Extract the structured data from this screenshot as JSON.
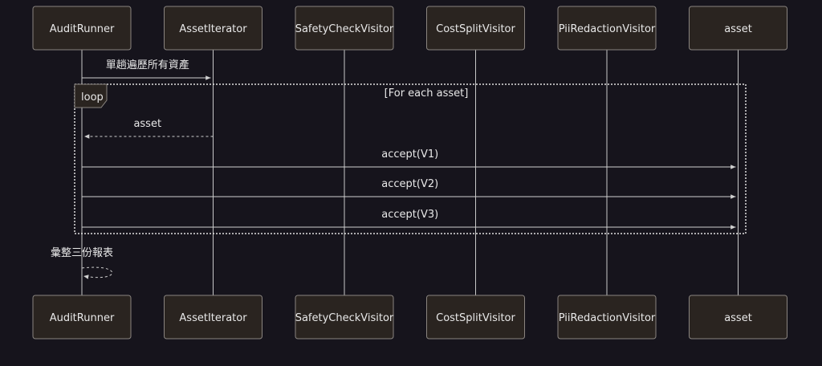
{
  "diagram": {
    "type": "sequence",
    "participants": [
      "AuditRunner",
      "AssetIterator",
      "SafetyCheckVisitor",
      "CostSplitVisitor",
      "PiiRedactionVisitor",
      "asset"
    ],
    "messages": [
      {
        "from": 0,
        "to": 1,
        "label": "單趟遍歷所有資產",
        "style": "solid"
      },
      {
        "from": 1,
        "to": 0,
        "label": "asset",
        "style": "dashed"
      },
      {
        "from": 0,
        "to": 5,
        "label": "accept(V1)",
        "style": "solid"
      },
      {
        "from": 0,
        "to": 5,
        "label": "accept(V2)",
        "style": "solid"
      },
      {
        "from": 0,
        "to": 5,
        "label": "accept(V3)",
        "style": "solid"
      },
      {
        "from": 0,
        "to": 0,
        "label": "彙整三份報表",
        "style": "dashed"
      }
    ],
    "loop": {
      "tag": "loop",
      "condition": "[For each asset]",
      "first_message": 1,
      "last_message": 4
    }
  },
  "colors": {
    "background": "#16141c",
    "box_fill": "#2a2420",
    "box_stroke": "#8a8580",
    "lifeline": "#c8c8c8",
    "arrow": "#d0d0d0",
    "text": "#e8e8e8",
    "loop_border": "#e0e0e0"
  }
}
